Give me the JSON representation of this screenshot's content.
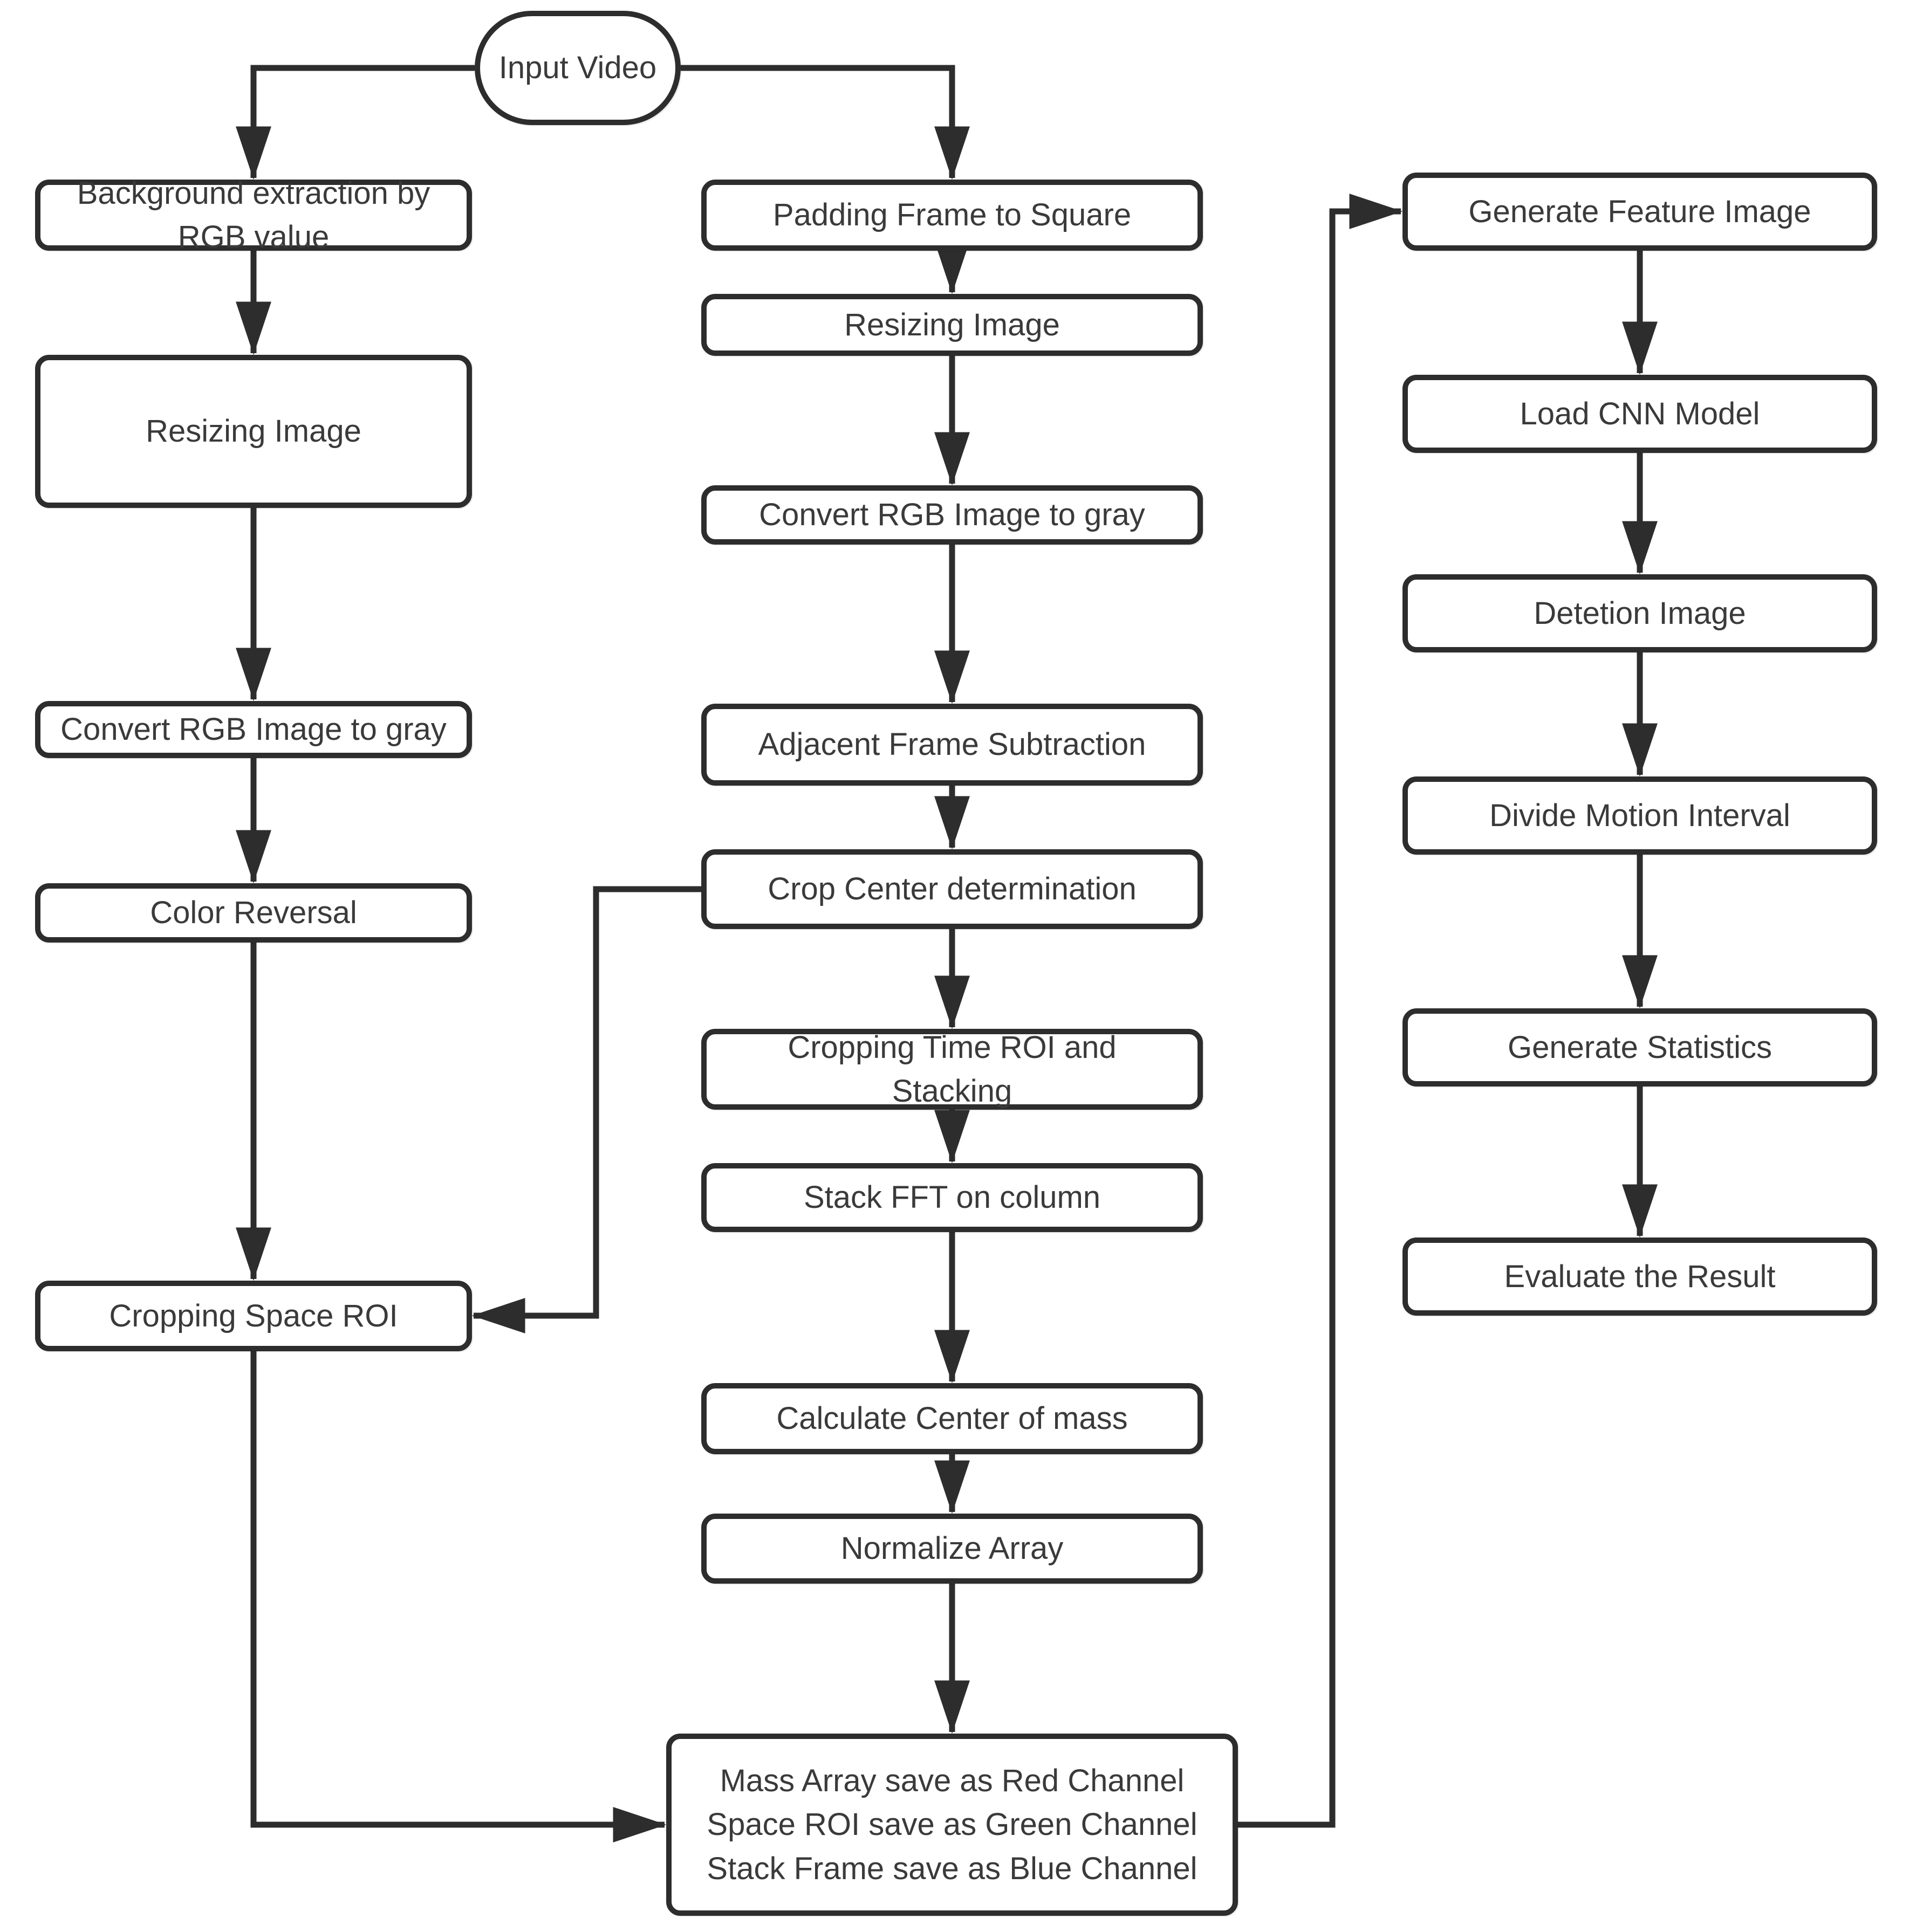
{
  "meta": {
    "colors": {
      "line": "#2d2d2d",
      "text": "#3a3a3a",
      "background": "#ffffff",
      "node_fill": "#ffffff"
    }
  },
  "diagram": {
    "nodes": [
      {
        "id": "input-video",
        "shape": "pill",
        "label": "Input Video"
      },
      {
        "id": "bg-extraction",
        "shape": "rect",
        "label": "Background extraction by\nRGB value"
      },
      {
        "id": "resizing-image-left",
        "shape": "rect",
        "label": "Resizing Image"
      },
      {
        "id": "convert-rgb-left",
        "shape": "rect",
        "label": "Convert RGB Image to gray"
      },
      {
        "id": "color-reversal",
        "shape": "rect",
        "label": "Color Reversal"
      },
      {
        "id": "cropping-space-roi",
        "shape": "rect",
        "label": "Cropping Space ROI"
      },
      {
        "id": "padding-frame",
        "shape": "rect",
        "label": "Padding Frame to Square"
      },
      {
        "id": "resizing-image-mid",
        "shape": "rect",
        "label": "Resizing Image"
      },
      {
        "id": "convert-rgb-mid",
        "shape": "rect",
        "label": "Convert RGB Image to gray"
      },
      {
        "id": "adjacent-frame-subtraction",
        "shape": "rect",
        "label": "Adjacent Frame Subtraction"
      },
      {
        "id": "crop-center-determination",
        "shape": "rect",
        "label": "Crop Center determination"
      },
      {
        "id": "cropping-time-roi",
        "shape": "rect",
        "label": "Cropping Time ROI and\nStacking"
      },
      {
        "id": "stack-fft",
        "shape": "rect",
        "label": "Stack FFT on column"
      },
      {
        "id": "calc-center-mass",
        "shape": "rect",
        "label": "Calculate Center of mass"
      },
      {
        "id": "normalize-array",
        "shape": "rect",
        "label": "Normalize Array"
      },
      {
        "id": "save-channels",
        "shape": "rect",
        "label": "Mass Array save as Red Channel\nSpace ROI save as Green Channel\nStack Frame save as Blue Channel"
      },
      {
        "id": "generate-feature-image",
        "shape": "rect",
        "label": "Generate Feature Image"
      },
      {
        "id": "load-cnn-model",
        "shape": "rect",
        "label": "Load CNN Model"
      },
      {
        "id": "detetion-image",
        "shape": "rect",
        "label": "Detetion Image"
      },
      {
        "id": "divide-motion-interval",
        "shape": "rect",
        "label": "Divide Motion Interval"
      },
      {
        "id": "generate-statistics",
        "shape": "rect",
        "label": "Generate Statistics"
      },
      {
        "id": "evaluate-result",
        "shape": "rect",
        "label": "Evaluate the Result"
      }
    ],
    "edges": [
      {
        "from": "input-video",
        "to": "bg-extraction"
      },
      {
        "from": "input-video",
        "to": "padding-frame"
      },
      {
        "from": "bg-extraction",
        "to": "resizing-image-left"
      },
      {
        "from": "resizing-image-left",
        "to": "convert-rgb-left"
      },
      {
        "from": "convert-rgb-left",
        "to": "color-reversal"
      },
      {
        "from": "color-reversal",
        "to": "cropping-space-roi"
      },
      {
        "from": "padding-frame",
        "to": "resizing-image-mid"
      },
      {
        "from": "resizing-image-mid",
        "to": "convert-rgb-mid"
      },
      {
        "from": "convert-rgb-mid",
        "to": "adjacent-frame-subtraction"
      },
      {
        "from": "adjacent-frame-subtraction",
        "to": "crop-center-determination"
      },
      {
        "from": "crop-center-determination",
        "to": "cropping-time-roi"
      },
      {
        "from": "crop-center-determination",
        "to": "cropping-space-roi"
      },
      {
        "from": "cropping-time-roi",
        "to": "stack-fft"
      },
      {
        "from": "stack-fft",
        "to": "calc-center-mass"
      },
      {
        "from": "calc-center-mass",
        "to": "normalize-array"
      },
      {
        "from": "normalize-array",
        "to": "save-channels"
      },
      {
        "from": "cropping-space-roi",
        "to": "save-channels"
      },
      {
        "from": "save-channels",
        "to": "generate-feature-image"
      },
      {
        "from": "generate-feature-image",
        "to": "load-cnn-model"
      },
      {
        "from": "load-cnn-model",
        "to": "detetion-image"
      },
      {
        "from": "detetion-image",
        "to": "divide-motion-interval"
      },
      {
        "from": "divide-motion-interval",
        "to": "generate-statistics"
      },
      {
        "from": "generate-statistics",
        "to": "evaluate-result"
      }
    ]
  }
}
